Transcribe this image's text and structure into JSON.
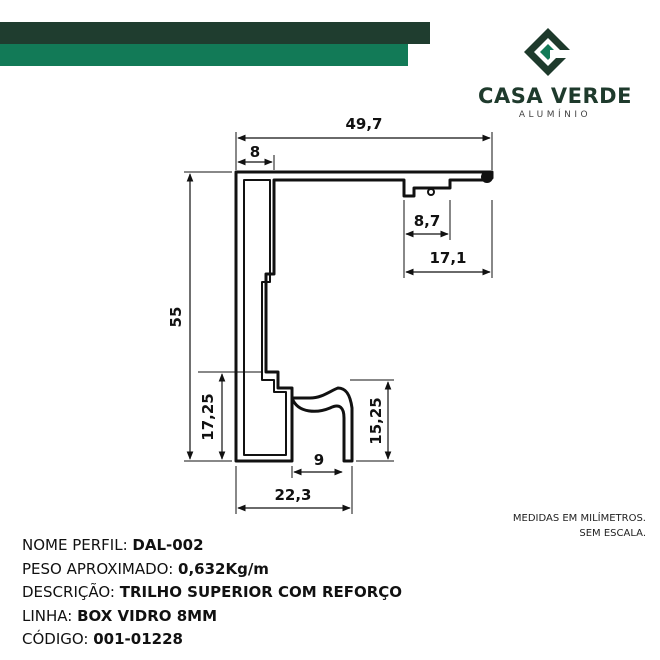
{
  "brand": {
    "name": "CASA VERDE",
    "subtitle": "ALUMÍNIO",
    "colors": {
      "dark": "#1f3d2f",
      "green": "#127a57"
    }
  },
  "dimensions": {
    "total_width": "49,7",
    "wall": "8",
    "slot_width": "8,7",
    "slot_offset": "17,1",
    "height": "55",
    "lower_height": "17,25",
    "hook_height": "15,25",
    "hook_gap": "9",
    "base_width": "22,3"
  },
  "note": {
    "line1": "MEDIDAS EM MILÍMETROS.",
    "line2": "SEM ESCALA."
  },
  "specs": [
    {
      "label": "NOME PERFIL: ",
      "value": "DAL-002"
    },
    {
      "label": "PESO APROXIMADO: ",
      "value": "0,632Kg/m"
    },
    {
      "label": "DESCRIÇÃO: ",
      "value": "TRILHO SUPERIOR COM REFORÇO"
    },
    {
      "label": "LINHA: ",
      "value": "BOX VIDRO 8MM"
    },
    {
      "label": "CÓDIGO: ",
      "value": "001-01228"
    }
  ]
}
